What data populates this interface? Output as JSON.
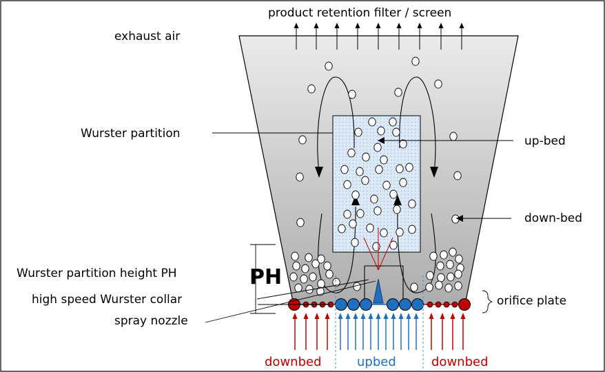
{
  "labels": {
    "top": "product retention filter / screen",
    "exhaust": "exhaust air",
    "partition": "Wurster partition",
    "upbed": "up-bed",
    "downbed_zone": "down-bed",
    "ph_big": "PH",
    "ph_height": "Wurster partition height PH",
    "collar": "high speed Wurster collar",
    "nozzle": "spray nozzle",
    "orifice": "orifice plate",
    "bottom_left": "downbed",
    "bottom_center": "upbed",
    "bottom_right": "downbed"
  },
  "colors": {
    "downbed": "#c00000",
    "upbed": "#1f6fc0",
    "partition_fill": "#dce9f7",
    "chamber_top": "#ebebeb",
    "chamber_bottom": "#adadad"
  }
}
